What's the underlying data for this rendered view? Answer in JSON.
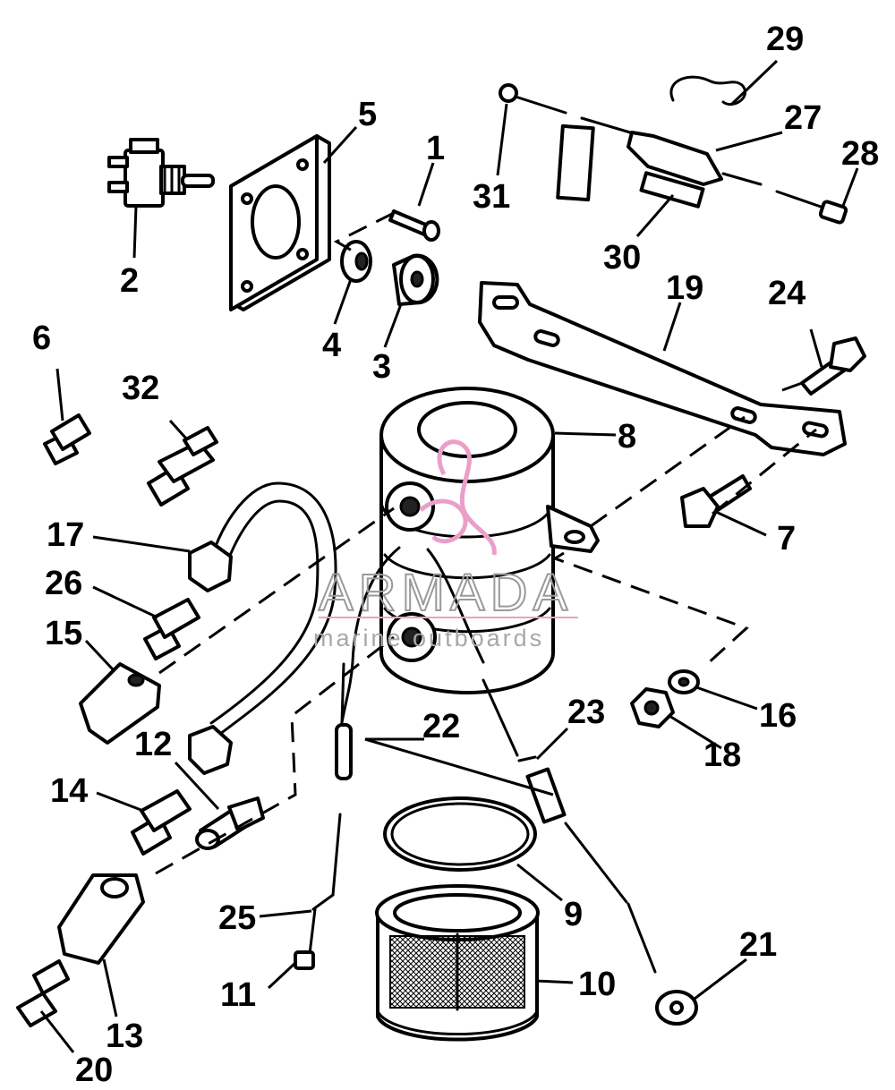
{
  "diagram": {
    "callouts": [
      {
        "id": "c1",
        "label": "1"
      },
      {
        "id": "c2",
        "label": "2"
      },
      {
        "id": "c3",
        "label": "3"
      },
      {
        "id": "c4",
        "label": "4"
      },
      {
        "id": "c5",
        "label": "5"
      },
      {
        "id": "c6",
        "label": "6"
      },
      {
        "id": "c7",
        "label": "7"
      },
      {
        "id": "c8",
        "label": "8"
      },
      {
        "id": "c9",
        "label": "9"
      },
      {
        "id": "c10",
        "label": "10"
      },
      {
        "id": "c11",
        "label": "11"
      },
      {
        "id": "c12",
        "label": "12"
      },
      {
        "id": "c13",
        "label": "13"
      },
      {
        "id": "c14",
        "label": "14"
      },
      {
        "id": "c15",
        "label": "15"
      },
      {
        "id": "c16",
        "label": "16"
      },
      {
        "id": "c17",
        "label": "17"
      },
      {
        "id": "c18",
        "label": "18"
      },
      {
        "id": "c19",
        "label": "19"
      },
      {
        "id": "c20",
        "label": "20"
      },
      {
        "id": "c21",
        "label": "21"
      },
      {
        "id": "c22",
        "label": "22"
      },
      {
        "id": "c23",
        "label": "23"
      },
      {
        "id": "c24",
        "label": "24"
      },
      {
        "id": "c25",
        "label": "25"
      },
      {
        "id": "c26",
        "label": "26"
      },
      {
        "id": "c27",
        "label": "27"
      },
      {
        "id": "c28",
        "label": "28"
      },
      {
        "id": "c29",
        "label": "29"
      },
      {
        "id": "c30",
        "label": "30"
      },
      {
        "id": "c31",
        "label": "31"
      },
      {
        "id": "c32",
        "label": "32"
      }
    ]
  },
  "watermark": {
    "brand": "ARMADA",
    "tagline": "marine outboards",
    "brand_color": "#e79fc6"
  }
}
